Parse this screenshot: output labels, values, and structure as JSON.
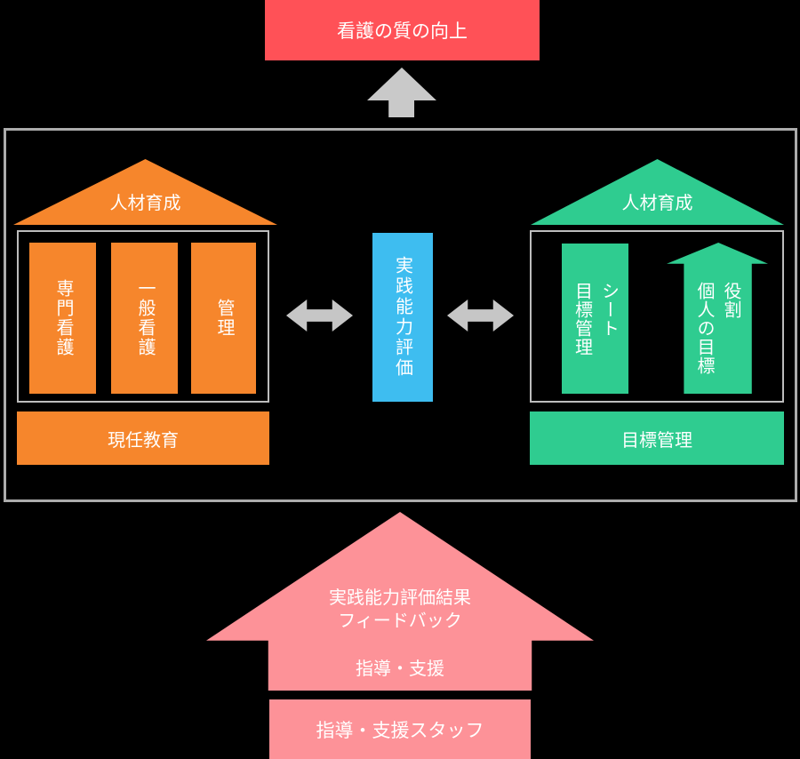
{
  "colors": {
    "background": "#000000",
    "red": "#FF5157",
    "orange": "#F6862C",
    "green": "#2FCC90",
    "blue": "#3EBDF0",
    "pink": "#FD9298",
    "gray_arrow": "#C9C9C9",
    "gray_border": "#ACACAC",
    "text": "#FFFFFF"
  },
  "top": {
    "banner_label": "看護の質の向上"
  },
  "left_house": {
    "roof_label": "人材育成",
    "pillars": [
      "専門看護",
      "一般看護",
      "管理"
    ],
    "base_label": "現任教育"
  },
  "center": {
    "eval_label": "実践能力評価"
  },
  "right_house": {
    "roof_label": "人材育成",
    "sheet_pillar_label": "シート\n目標管理",
    "goal_arrow_label": "役割\n個人の目標",
    "base_label": "目標管理"
  },
  "bottom": {
    "feedback_label": "実践能力評価結果\nフィードバック",
    "guidance_label": "指導・支援",
    "staff_label": "指導・支援スタッフ"
  }
}
